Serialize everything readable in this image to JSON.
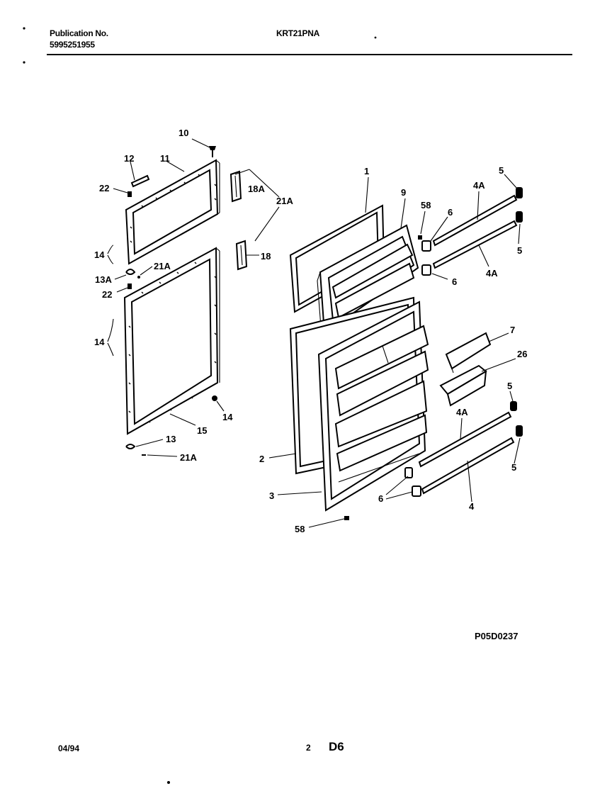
{
  "header": {
    "publication_label": "Publication No.",
    "publication_number": "5995251955",
    "model": "KRT21PNA"
  },
  "diagram_code": "P05D0237",
  "footer": {
    "date": "04/94",
    "page": "2",
    "section": "D6"
  },
  "callouts": {
    "c10": "10",
    "c12": "12",
    "c11": "11",
    "c22a": "22",
    "c14a": "14",
    "c13A": "13A",
    "c21Aa": "21A",
    "c22b": "22",
    "c14b": "14",
    "c14c": "14",
    "c15": "15",
    "c13": "13",
    "c21Ab": "21A",
    "c18A": "18A",
    "c21Ac": "21A",
    "c18": "18",
    "c1": "1",
    "c9": "9",
    "c58a": "58",
    "c6a": "6",
    "c4Aa": "4A",
    "c5a": "5",
    "c5b": "5",
    "c4Ab": "4A",
    "c6b": "6",
    "c7": "7",
    "c26": "26",
    "c5c": "5",
    "c4Ac": "4A",
    "c5d": "5",
    "c2": "2",
    "c3": "3",
    "c6c": "6",
    "c4": "4",
    "c58b": "58"
  }
}
